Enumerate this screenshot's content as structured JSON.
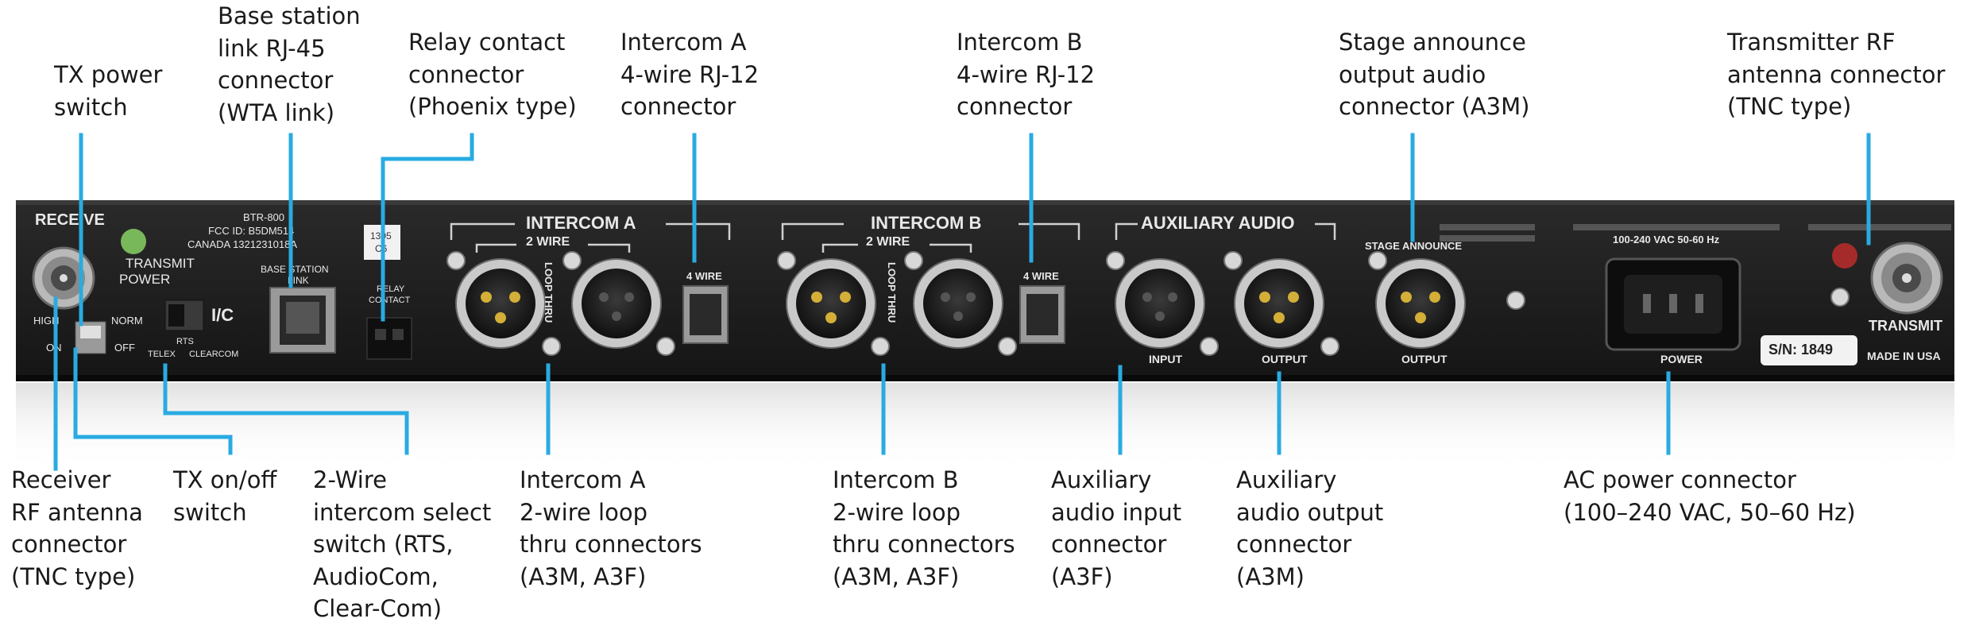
{
  "callouts": {
    "base_station": [
      "Base station",
      "link RJ-45",
      "connector",
      "(WTA link)"
    ],
    "tx_power_switch": [
      "TX power",
      "switch"
    ],
    "relay_contact": [
      "Relay contact",
      "connector",
      "(Phoenix type)"
    ],
    "intercom_a_4wire": [
      "Intercom A",
      "4-wire RJ-12",
      "connector"
    ],
    "intercom_b_4wire": [
      "Intercom B",
      "4-wire RJ-12",
      "connector"
    ],
    "stage_announce": [
      "Stage announce",
      "output audio",
      "connector (A3M)"
    ],
    "transmitter_rf": [
      "Transmitter RF",
      "antenna connector",
      "(TNC type)"
    ],
    "receiver_rf": [
      "Receiver",
      "RF antenna",
      "connector",
      "(TNC type)"
    ],
    "tx_onoff": [
      "TX on/off",
      "switch"
    ],
    "two_wire_select": [
      "2-Wire",
      "intercom select",
      "switch (RTS,",
      "AudioCom,",
      "Clear-Com)"
    ],
    "intercom_a_loop": [
      "Intercom A",
      "2-wire loop",
      "thru connectors",
      "(A3M, A3F)"
    ],
    "intercom_b_loop": [
      "Intercom B",
      "2-wire loop",
      "thru connectors",
      "(A3M, A3F)"
    ],
    "aux_input": [
      "Auxiliary",
      "audio input",
      "connector",
      "(A3F)"
    ],
    "aux_output": [
      "Auxiliary",
      "audio output",
      "connector",
      "(A3M)"
    ],
    "ac_power": [
      "AC power connector",
      "(100–240 VAC, 50–60 Hz)"
    ]
  },
  "panel": {
    "receive": "RECEIVE",
    "transmit": "TRANSMIT",
    "transmit_power": "TRANSMIT",
    "power_word": "POWER",
    "high": "HIGH",
    "norm": "NORM",
    "on": "ON",
    "off": "OFF",
    "ic": "I/C",
    "telex": "TELEX",
    "rts": "RTS",
    "clearcom": "CLEARCOM",
    "model": "BTR-800",
    "fcc": "FCC ID: B5DM514",
    "canada": "CANADA 1321231018A",
    "base_station_link_1": "BASE STATION",
    "base_station_link_2": "LINK",
    "relay_1": "RELAY",
    "relay_2": "CONTACT",
    "sticker_1": "1305",
    "sticker_2": "C6",
    "intercom_a": "INTERCOM A",
    "intercom_b": "INTERCOM B",
    "two_wire": "2 WIRE",
    "four_wire": "4 WIRE",
    "loop_thru": "LOOP THRU",
    "auxiliary_audio": "AUXILIARY AUDIO",
    "input": "INPUT",
    "output": "OUTPUT",
    "stage_announce": "STAGE ANNOUNCE",
    "ac_rating": "100-240 VAC 50-60 Hz",
    "power": "POWER",
    "serial": "S/N: 1849",
    "made_in": "MADE IN USA"
  },
  "colors": {
    "leader": "#29abe2",
    "chassis": "#1c1c1c",
    "led_green": "#79b85a",
    "led_red": "#a52a2a"
  }
}
